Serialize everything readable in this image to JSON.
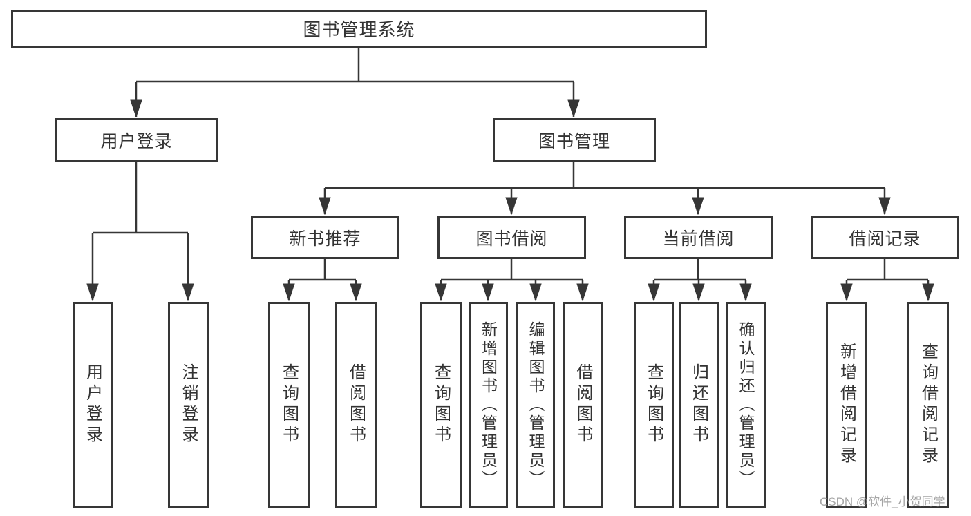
{
  "diagram": {
    "title": "图书管理系统",
    "tree": {
      "label": "图书管理系统",
      "children": [
        {
          "label": "用户登录",
          "children": [
            {
              "label": "用户登录"
            },
            {
              "label": "注销登录"
            }
          ]
        },
        {
          "label": "图书管理",
          "children": [
            {
              "label": "新书推荐",
              "children": [
                {
                  "label": "查询图书"
                },
                {
                  "label": "借阅图书"
                }
              ]
            },
            {
              "label": "图书借阅",
              "children": [
                {
                  "label": "查询图书"
                },
                {
                  "label": "新增图书（管理员）"
                },
                {
                  "label": "编辑图书（管理员）"
                },
                {
                  "label": "借阅图书"
                }
              ]
            },
            {
              "label": "当前借阅",
              "children": [
                {
                  "label": "查询图书"
                },
                {
                  "label": "归还图书"
                },
                {
                  "label": "确认归还（管理员）"
                }
              ]
            },
            {
              "label": "借阅记录",
              "children": [
                {
                  "label": "新增借阅记录"
                },
                {
                  "label": "查询借阅记录"
                }
              ]
            }
          ]
        }
      ]
    },
    "watermark": "CSDN @软件_小贺同学",
    "colors": {
      "line": "#363636",
      "box_fill": "#ffffff",
      "text": "#333333",
      "watermark": "#8f8f8f"
    }
  }
}
